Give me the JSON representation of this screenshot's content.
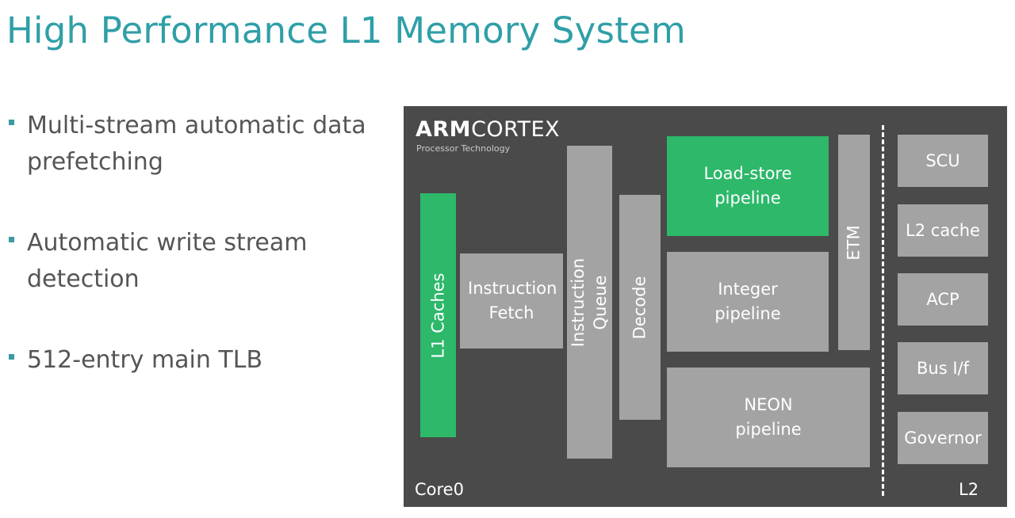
{
  "title": "High Performance L1 Memory System",
  "bullets": [
    "Multi-stream automatic data prefetching",
    "Automatic write stream detection",
    "512-entry main TLB"
  ],
  "diagram": {
    "brand_bold": "ARM",
    "brand_light": "CORTEX",
    "brand_sub": "Processor Technology",
    "core_label": "Core0",
    "l2_label": "L2",
    "blocks": {
      "l1_caches": "L1 Caches",
      "instruction_fetch": "Instruction Fetch",
      "instruction_queue": "Instruction Queue",
      "decode": "Decode",
      "load_store": "Load-store pipeline",
      "integer": "Integer pipeline",
      "neon": "NEON pipeline",
      "etm": "ETM",
      "scu": "SCU",
      "l2_cache": "L2 cache",
      "acp": "ACP",
      "bus_if": "Bus I/f",
      "governor": "Governor"
    },
    "colors": {
      "title": "#2f9fa7",
      "background": "#4a4a4a",
      "block": "#a3a3a3",
      "highlight": "#2db86a"
    }
  }
}
